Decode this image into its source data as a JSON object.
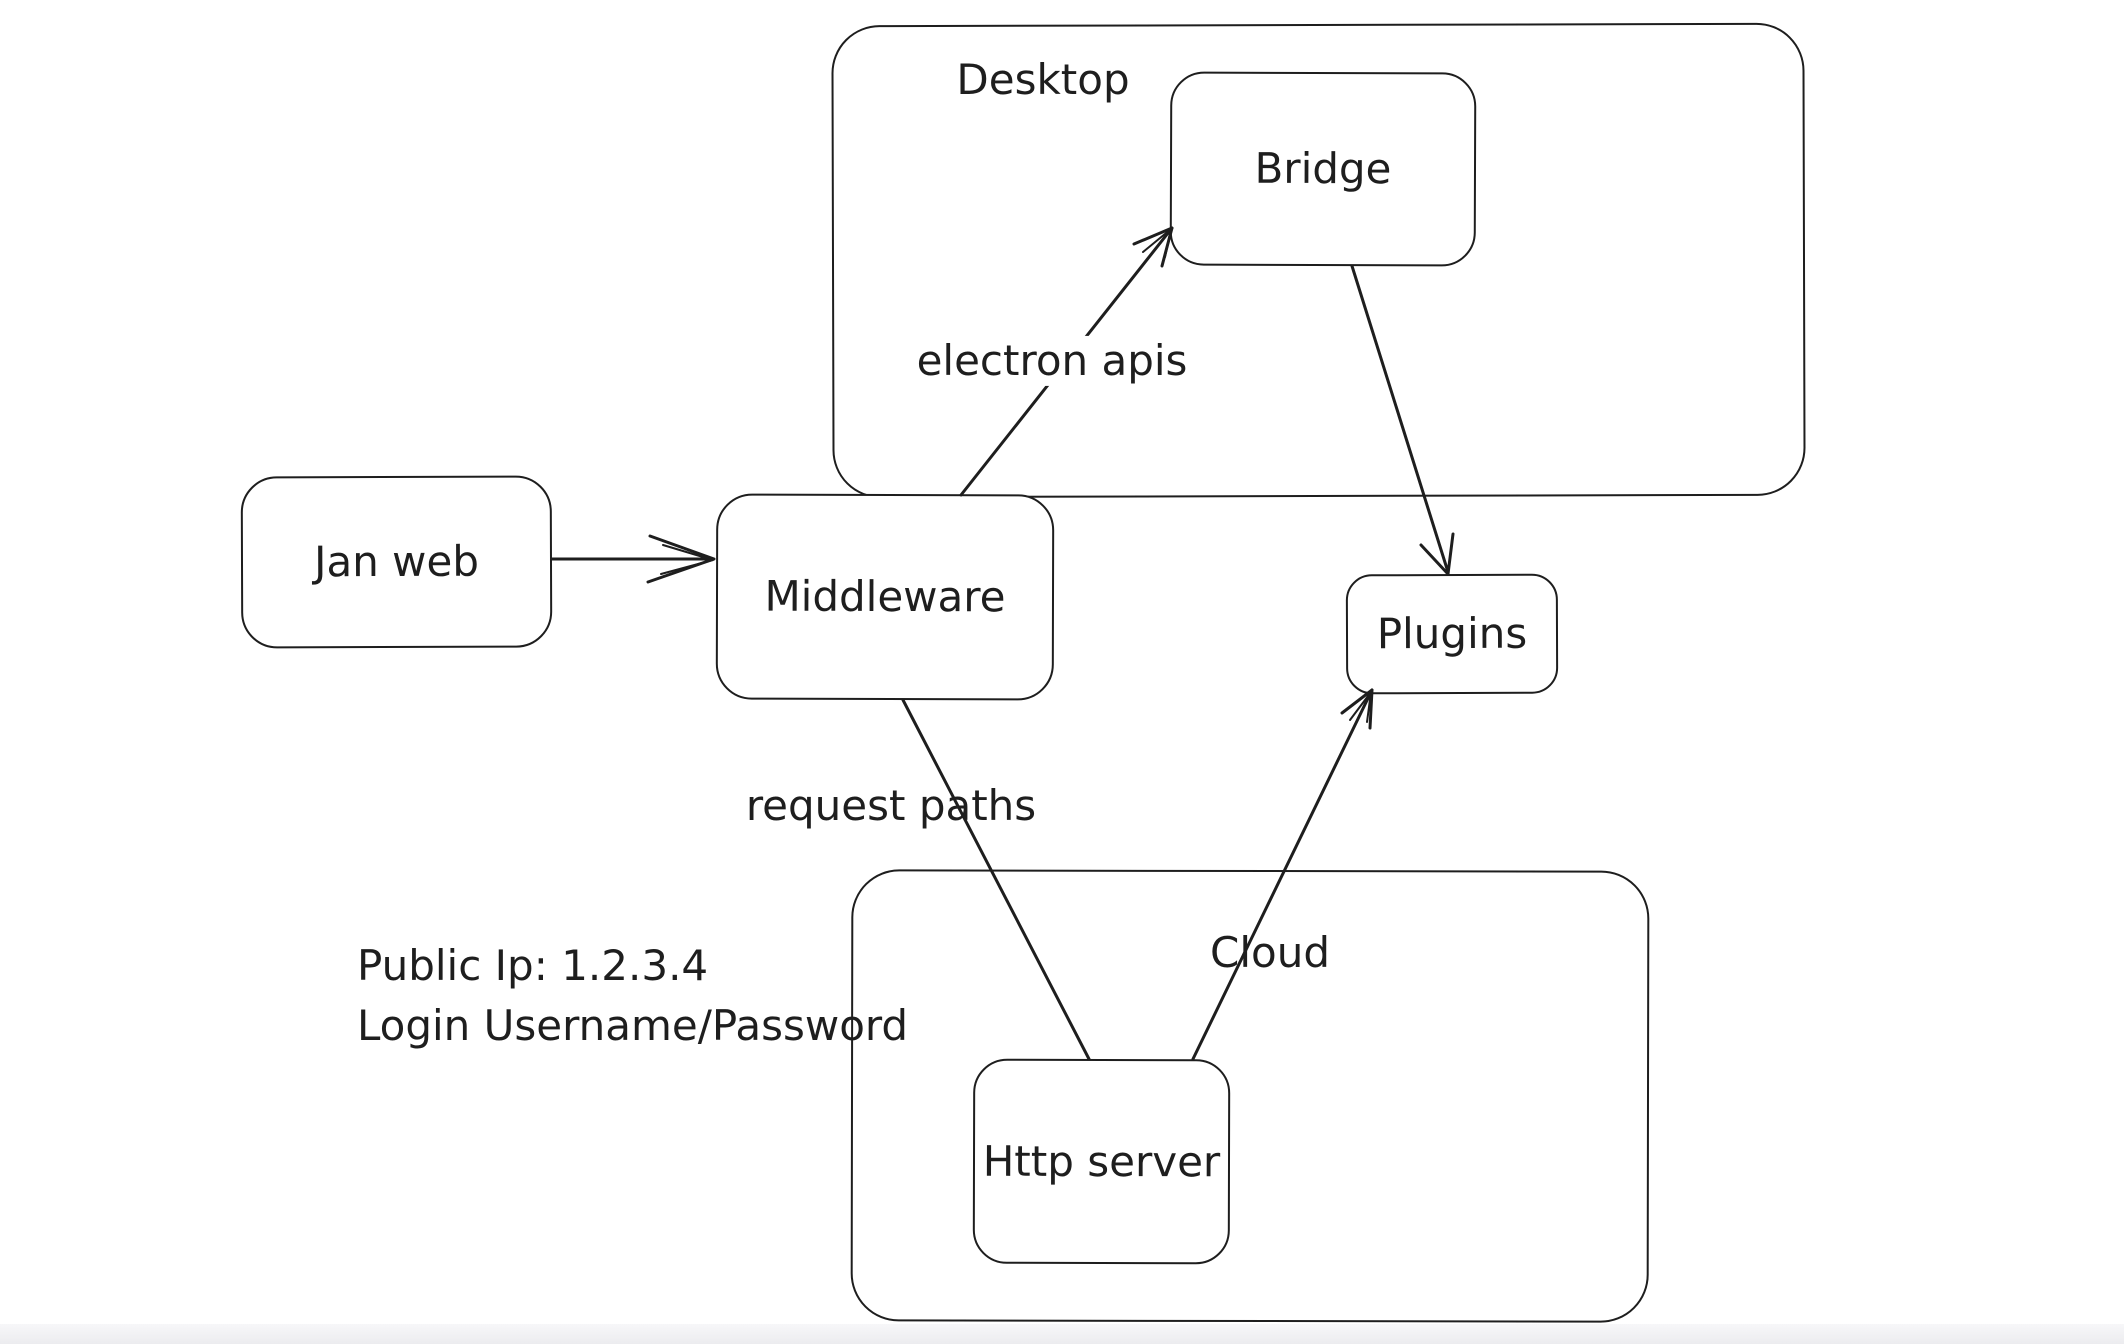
{
  "canvas": {
    "background": "#ffffff",
    "stroke_color": "#1e1e1e",
    "footer_color": "#ececef"
  },
  "containers": [
    {
      "id": "desktop",
      "label": "Desktop"
    },
    {
      "id": "cloud",
      "label": "Cloud"
    }
  ],
  "nodes": [
    {
      "id": "jan_web",
      "label": "Jan web"
    },
    {
      "id": "middleware",
      "label": "Middleware"
    },
    {
      "id": "bridge",
      "label": "Bridge"
    },
    {
      "id": "plugins",
      "label": "Plugins"
    },
    {
      "id": "http_server",
      "label": "Http server"
    }
  ],
  "edges": [
    {
      "id": "jan_web_to_middleware",
      "from": "Jan web",
      "to": "Middleware",
      "label": ""
    },
    {
      "id": "middleware_to_bridge",
      "from": "Middleware",
      "to": "Bridge",
      "label": "electron apis"
    },
    {
      "id": "bridge_to_plugins",
      "from": "Bridge",
      "to": "Plugins",
      "label": ""
    },
    {
      "id": "middleware_to_http_server",
      "from": "Middleware",
      "to": "Http server",
      "label": "request paths"
    },
    {
      "id": "http_server_to_plugins",
      "from": "Http server",
      "to": "Plugins",
      "label": ""
    }
  ],
  "annotations": {
    "public_ip": "Public Ip: 1.2.3.4",
    "login": "Login Username/Password"
  }
}
